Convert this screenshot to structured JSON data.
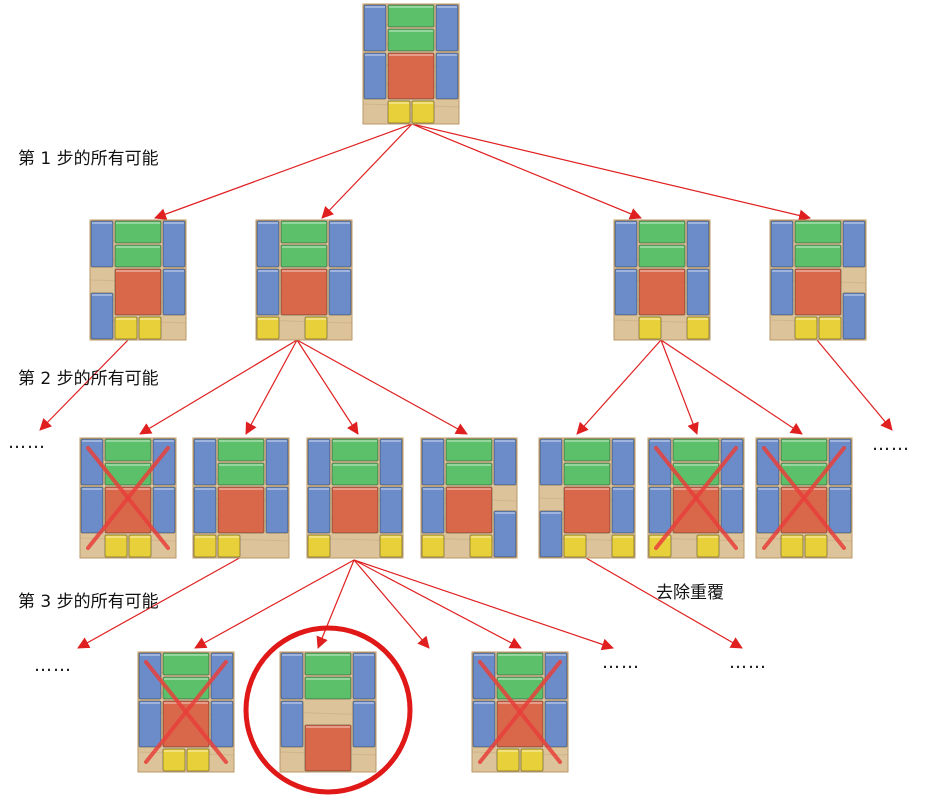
{
  "labels": {
    "step1": "第 1 步的所有可能",
    "step2": "第 2 步的所有可能",
    "step3": "第 3 步的所有可能",
    "dedupe": "去除重覆"
  },
  "ellipsis": "……",
  "colors": {
    "blue": "#6b8cc9",
    "green": "#5cbf6a",
    "red": "#d9684a",
    "yellow": "#e8d03a",
    "wood": "#dcc39a",
    "arrow": "#e02020",
    "cross": "#e8403a",
    "circle": "#e01818"
  }
}
